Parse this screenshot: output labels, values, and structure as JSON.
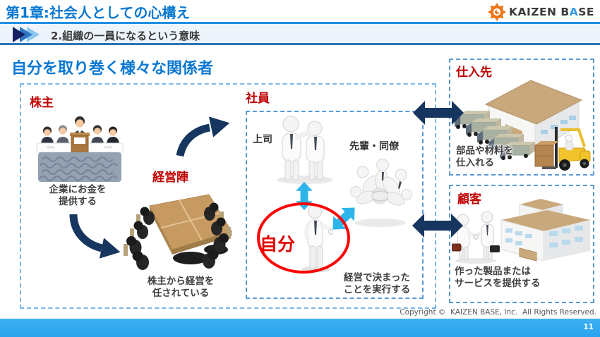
{
  "header": {
    "chapter_title": "第1章:社会人としての心構え",
    "section_title": "2.組織の一員になるという意味",
    "logo": {
      "prefix": "KAIZEN B",
      "accent": "A",
      "suffix": "SE"
    }
  },
  "main": {
    "title": "自分を取り巻く様々な関係者",
    "shareholders": {
      "label": "株主",
      "caption": "企業にお金を\n提供する"
    },
    "management": {
      "label": "経営陣",
      "caption": "株主から経営を\n任されている"
    },
    "employees": {
      "label": "社員",
      "boss_label": "上司",
      "colleagues_label": "先輩・同僚",
      "self_label": "自分",
      "caption": "経営で決まった\nことを実行する"
    },
    "supplier": {
      "label": "仕入先",
      "caption": "部品や材料を\n仕入れる"
    },
    "customer": {
      "label": "顧客",
      "caption": "作った製品または\nサービスを提供する"
    }
  },
  "footer": {
    "copyright": "Copyright ©  KAIZEN BASE, Inc.  All Rights Reserved.",
    "page_number": "11"
  },
  "colors": {
    "accent_blue": "#0a78d2",
    "label_red": "#c00000",
    "arrow_navy": "#16365f",
    "arrow_cyan": "#2db4ea",
    "dashed_border": "#5b9bd5",
    "footer_blue": "#2fa8f0"
  }
}
